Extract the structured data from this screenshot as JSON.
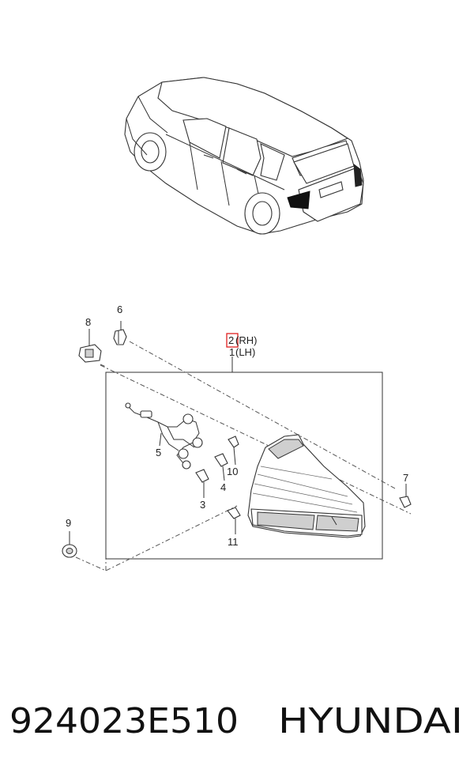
{
  "callouts": {
    "c6": "6",
    "c8": "8",
    "c2": "2",
    "rh": "(RH)",
    "c1": "1",
    "lh": "(LH)",
    "c5": "5",
    "c10": "10",
    "c4": "4",
    "c3": "3",
    "c7": "7",
    "c9": "9",
    "c11": "11"
  },
  "footer": {
    "part_number": "924023E510",
    "brand": "HYUNDAI"
  },
  "colors": {
    "highlight": "#e02020",
    "ink": "#333333"
  }
}
